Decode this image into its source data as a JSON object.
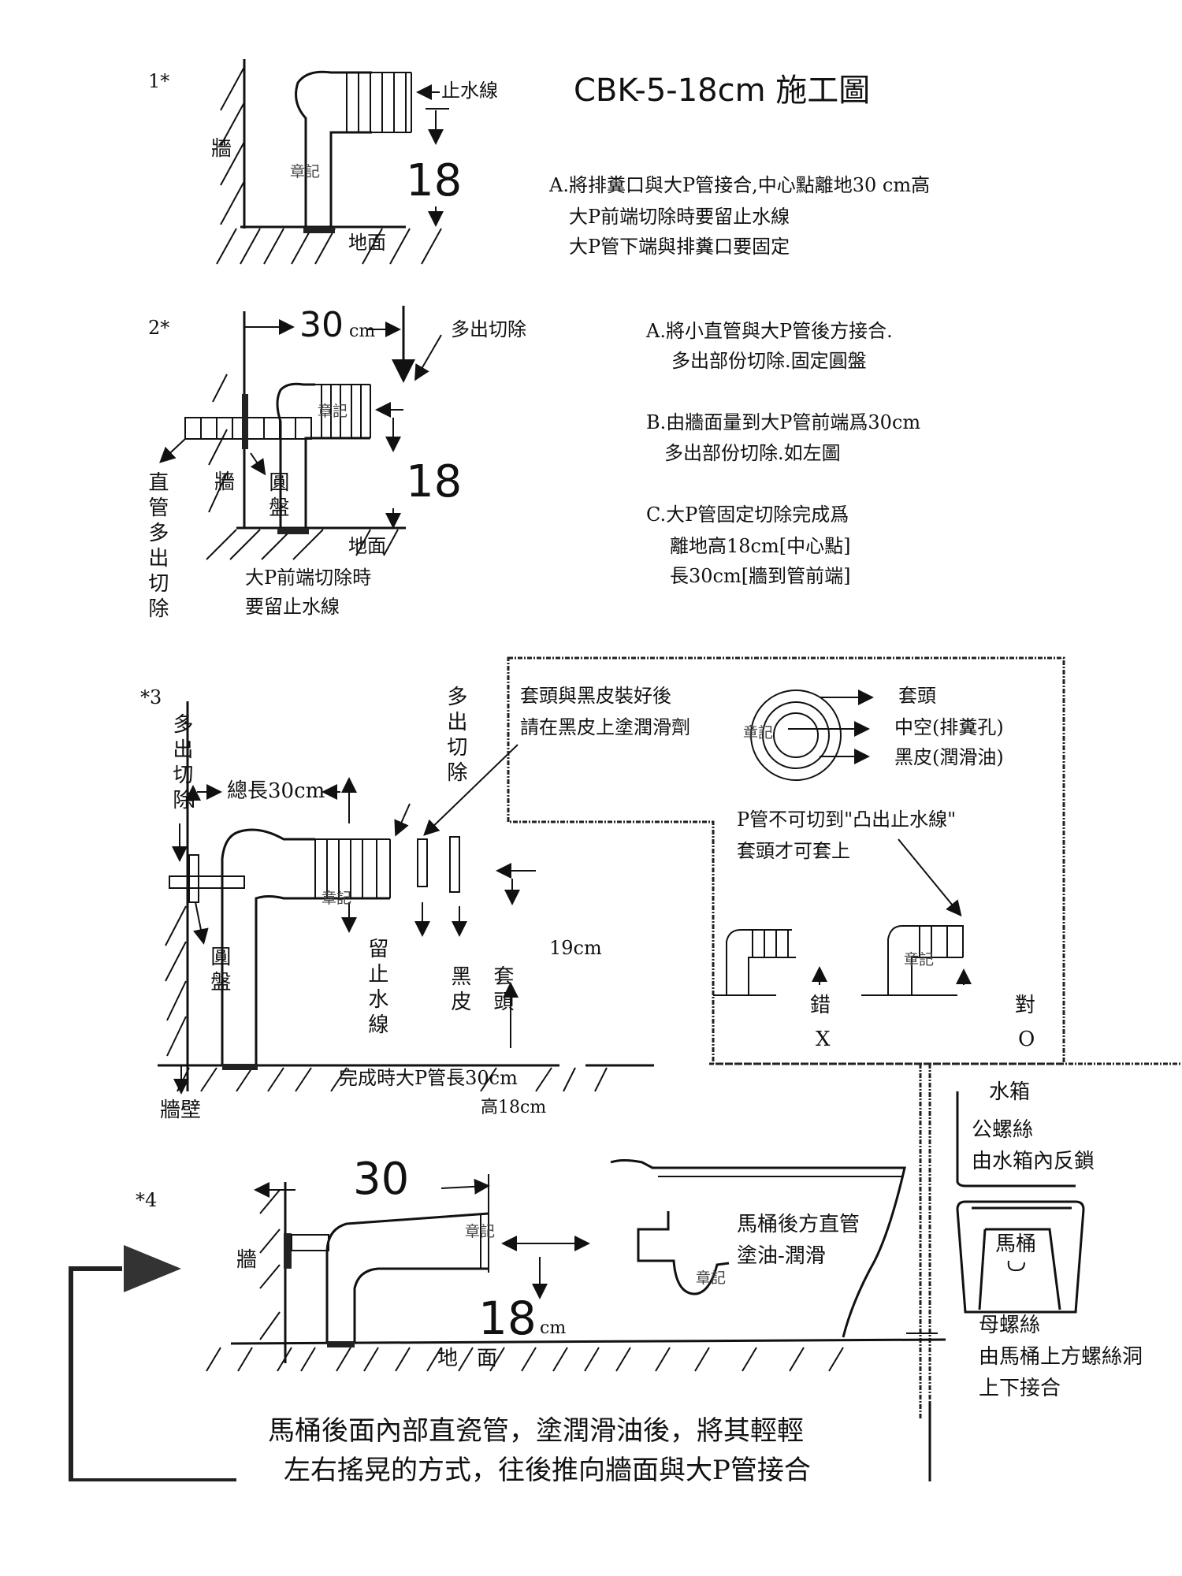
{
  "title": "CBK-5-18cm 施工圖",
  "stamp_label": "章記",
  "step1": {
    "marker": "1*",
    "wall_label": "牆",
    "stop_line_label": "止水線",
    "height_value": "18",
    "floor_label": "地面",
    "instructions": [
      "A.將排糞口與大P管接合,中心點離地30 cm高",
      "大P前端切除時要留止水線",
      "大P管下端與排糞口要固定"
    ]
  },
  "step2": {
    "marker": "2*",
    "length_value": "30",
    "length_unit": "cm",
    "excess_cut_label": "多出切除",
    "height_value": "18",
    "wall_label": "牆",
    "disc_label": "圓盤",
    "straight_pipe_label": "直管多出切除",
    "floor_label": "地面",
    "front_cut_note": [
      "大P前端切除時",
      "要留止水線"
    ],
    "instructions": {
      "A": [
        "A.將小直管與大P管後方接合.",
        "多出部份切除.固定圓盤"
      ],
      "B": [
        "B.由牆面量到大P管前端爲30cm",
        "多出部份切除.如左圖"
      ],
      "C": [
        "C.大P管固定切除完成爲",
        "離地高18cm[中心點]",
        "長30cm[牆到管前端]"
      ]
    }
  },
  "step3": {
    "marker": "*3",
    "left_cut_label": "多出切除",
    "total_length_label": "總長30cm",
    "top_cut_label": "多出切除",
    "disc_label": "圓盤",
    "keep_stop_line_label": "留止水線",
    "black_rubber_label": "黑皮",
    "sleeve_label": "套頭",
    "height_19_label": "19cm",
    "wall_label": "牆壁",
    "completion_note": [
      "完成時大P管長30cm",
      "高18cm"
    ],
    "inset": {
      "note": [
        "套頭與黑皮裝好後",
        "請在黑皮上塗潤滑劑"
      ],
      "ring_labels": [
        "套頭",
        "中空(排糞孔)",
        "黑皮(潤滑油)"
      ],
      "warning": [
        "P管不可切到\"凸出止水線\"",
        "套頭才可套上"
      ],
      "wrong_label": "錯",
      "wrong_mark": "X",
      "right_label": "對",
      "right_mark": "O"
    }
  },
  "step4": {
    "marker": "*4",
    "length_value": "30",
    "height_value": "18",
    "height_unit": "cm",
    "wall_label": "牆",
    "floor_label": [
      "地",
      "面"
    ],
    "rear_pipe_note": [
      "馬桶後方直管",
      "塗油-潤滑"
    ],
    "tank_labels": [
      "水箱",
      "公螺絲",
      "由水箱內反鎖"
    ],
    "toilet_label": "馬桶",
    "nut_labels": [
      "母螺絲",
      "由馬桶上方螺絲洞",
      "上下接合"
    ],
    "bottom_note": [
      "馬桶後面內部直瓷管，塗潤滑油後，將其輕輕",
      "左右搖晃的方式，往後推向牆面與大P管接合"
    ]
  }
}
